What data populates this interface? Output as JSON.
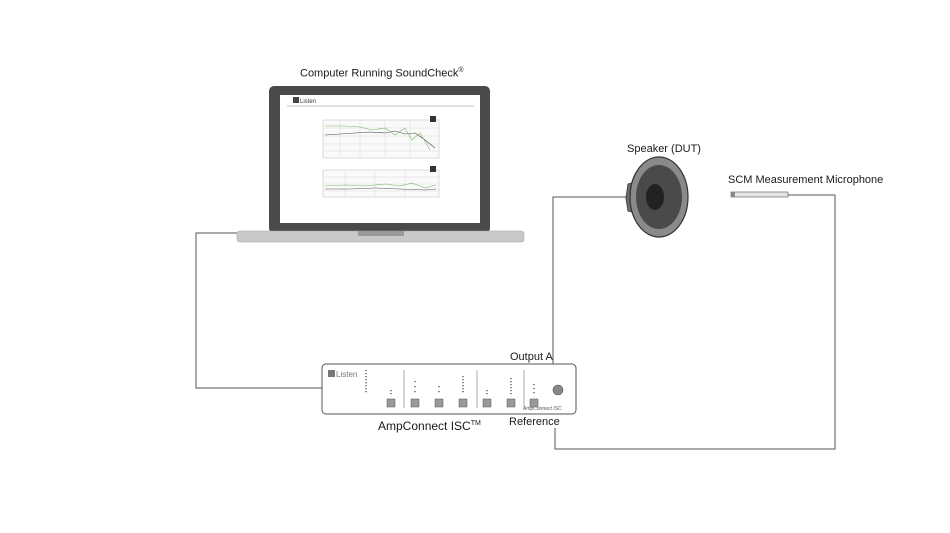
{
  "labels": {
    "computer": "Computer Running SoundCheck",
    "computer_mark": "®",
    "speaker": "Speaker (DUT)",
    "microphone": "SCM Measurement Microphone",
    "output": "Output A",
    "reference": "Reference",
    "amp": "AmpConnect ISC",
    "amp_mark": "TM"
  },
  "screen": {
    "brand": "Listen"
  },
  "device": {
    "brand": "Listen",
    "model": "AmpConnect ISC"
  },
  "colors": {
    "wire": "#555555",
    "laptop_bezel": "#4a4a4a",
    "laptop_base": "#c8c8c8",
    "speaker_cone": "#3a3a3a"
  }
}
